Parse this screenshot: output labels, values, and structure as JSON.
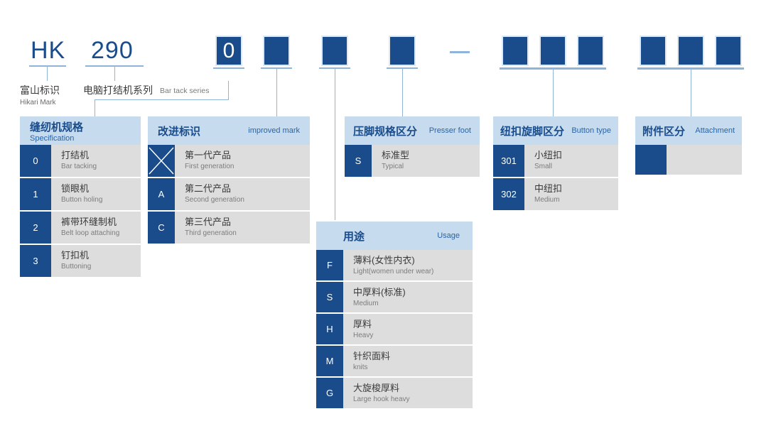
{
  "header": {
    "model_parts": [
      {
        "id": "hk",
        "text": "HK"
      },
      {
        "id": "series",
        "text": "290"
      },
      {
        "id": "spec-box",
        "text": "0"
      }
    ],
    "dash": "—",
    "labels": [
      {
        "cn": "富山标识",
        "en": "Hikari Mark"
      },
      {
        "cn": "电脑打结机系列",
        "en": "Bar tack series"
      }
    ]
  },
  "tables": [
    {
      "id": "specification",
      "title_cn": "缝纫机规格",
      "title_en": "Specification",
      "title_layout": "stacked",
      "rows": [
        {
          "code": "0",
          "cn": "打结机",
          "en": "Bar tacking"
        },
        {
          "code": "1",
          "cn": "锁眼机",
          "en": "Button holing"
        },
        {
          "code": "2",
          "cn": "裤带环缝制机",
          "en": "Belt loop attaching"
        },
        {
          "code": "3",
          "cn": "钉扣机",
          "en": "Buttoning"
        }
      ]
    },
    {
      "id": "improved-mark",
      "title_cn": "改进标识",
      "title_en": "improved mark",
      "title_layout": "inline",
      "rows": [
        {
          "code": "",
          "icon": "x-cross-icon",
          "cn": "第一代产品",
          "en": "First generation"
        },
        {
          "code": "A",
          "cn": "第二代产品",
          "en": "Second generation"
        },
        {
          "code": "C",
          "cn": "第三代产品",
          "en": "Third generation"
        }
      ]
    },
    {
      "id": "usage",
      "title_cn": "用途",
      "title_en": "Usage",
      "title_layout": "inline",
      "rows": [
        {
          "code": "F",
          "cn": "薄料(女性内衣)",
          "en": "Light(women under wear)"
        },
        {
          "code": "S",
          "cn": "中厚料(标准)",
          "en": "Medium"
        },
        {
          "code": "H",
          "cn": "厚料",
          "en": "Heavy"
        },
        {
          "code": "M",
          "cn": "针织面料",
          "en": "knits"
        },
        {
          "code": "G",
          "cn": "大旋梭厚料",
          "en": "Large hook heavy"
        }
      ]
    },
    {
      "id": "presser-foot",
      "title_cn": "压脚规格区分",
      "title_en": "Presser foot",
      "title_layout": "inline",
      "rows": [
        {
          "code": "S",
          "cn": "标准型",
          "en": "Typical"
        }
      ]
    },
    {
      "id": "button-type",
      "title_cn": "纽扣旋脚区分",
      "title_en": "Button type",
      "title_layout": "inline",
      "rows": [
        {
          "code": "301",
          "cn": "小纽扣",
          "en": "Small"
        },
        {
          "code": "302",
          "cn": "中纽扣",
          "en": "Medium"
        }
      ]
    },
    {
      "id": "attachment",
      "title_cn": "附件区分",
      "title_en": "Attachment",
      "title_layout": "inline",
      "rows": [
        {
          "code": "",
          "cn": "",
          "en": ""
        }
      ]
    }
  ],
  "colors": {
    "dark_blue": "#1a4c8b",
    "light_blue_header": "#c6dcee",
    "line_blue": "#8fb4d9",
    "row_gray": "#dddddd"
  }
}
